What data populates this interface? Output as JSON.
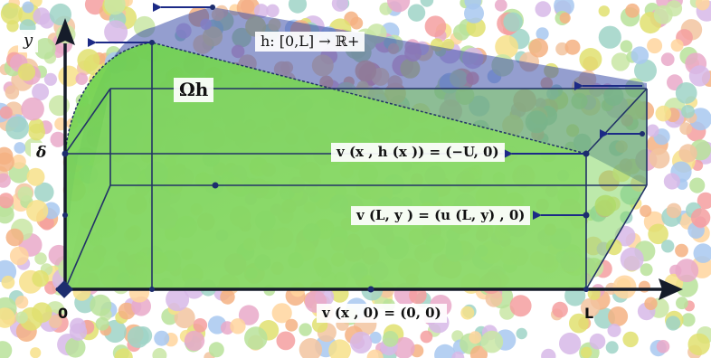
{
  "labels": {
    "y_axis": "y",
    "delta": "δ",
    "origin": "0",
    "L_mark": "L",
    "domain": "Ωh",
    "h_map": "h: [0,L] → ℝ+",
    "top_condition": "v (x , h (x )) = (−U, 0)",
    "right_condition": "v (L, y ) = (u (L, y) , 0)",
    "bottom_condition": "v (x , 0) = (0, 0)"
  },
  "colors": {
    "axis": "#151c2a",
    "box_edge": "#223366",
    "fluid_fill": "#7fd65a",
    "top_fill": "#3d4fa8",
    "arrow": "#1c2a86",
    "dot": "#1d2d6e"
  }
}
